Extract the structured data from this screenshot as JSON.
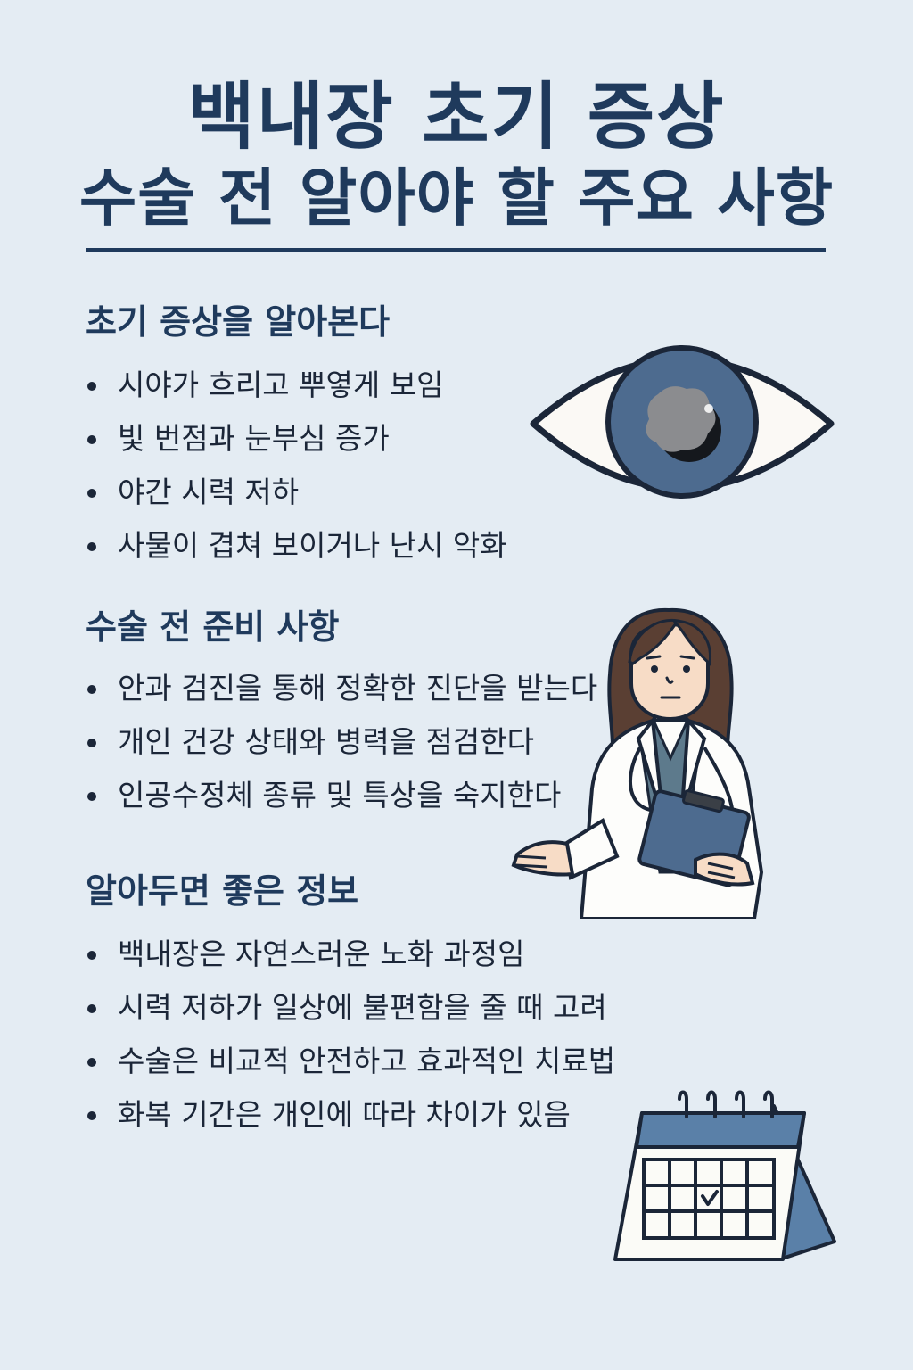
{
  "header": {
    "title_line1": "백내장 초기 증상",
    "title_line2": "수술 전 알아야 할 주요 사항"
  },
  "sections": [
    {
      "heading": "초기 증상을 알아본다",
      "items": [
        "시야가 흐리고 뿌옇게 보임",
        "빛 번점과 눈부심 증가",
        "야간 시력 저하",
        "사물이 겹쳐 보이거나 난시 악화"
      ]
    },
    {
      "heading": "수술 전 준비 사항",
      "items": [
        "안과 검진을 통해 정확한 진단을 받는다",
        "개인 건강 상태와 병력을 점검한다",
        "인공수정체 종류 및 특상을 숙지한다"
      ]
    },
    {
      "heading": "알아두면 좋은 정보",
      "items": [
        "백내장은 자연스러운 노화 과정임",
        "시력 저하가 일상에 불편함을 줄 때 고려",
        "수술은 비교적 안전하고 효과적인 치료법",
        "화복 기간은 개인에 따라 차이가 있음"
      ]
    }
  ],
  "icons": {
    "eye": "eye-illustration",
    "doctor": "doctor-illustration",
    "calendar": "calendar-illustration"
  },
  "colors": {
    "background": "#e4ecf3",
    "primary": "#1f3a5c",
    "accent": "#5a80a8"
  }
}
